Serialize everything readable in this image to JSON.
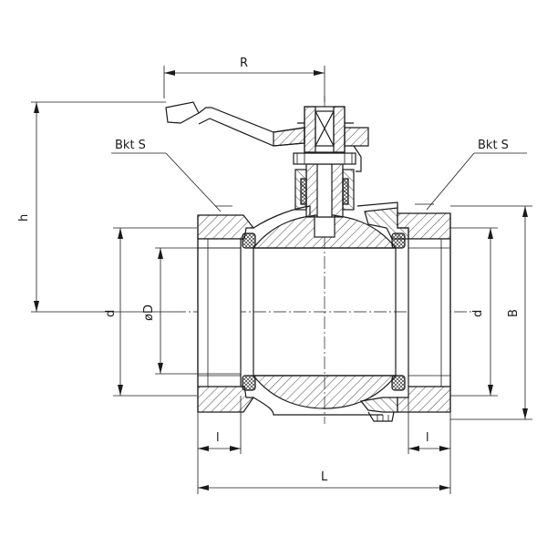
{
  "drawing": {
    "labels": {
      "R": "R",
      "h": "h",
      "bkt_left": "Bkt S",
      "bkt_right": "Bkt S",
      "d_left": "d",
      "phiD": "øD",
      "d_right": "d",
      "B": "B",
      "l_left": "l",
      "l_right": "l",
      "L": "L"
    }
  }
}
